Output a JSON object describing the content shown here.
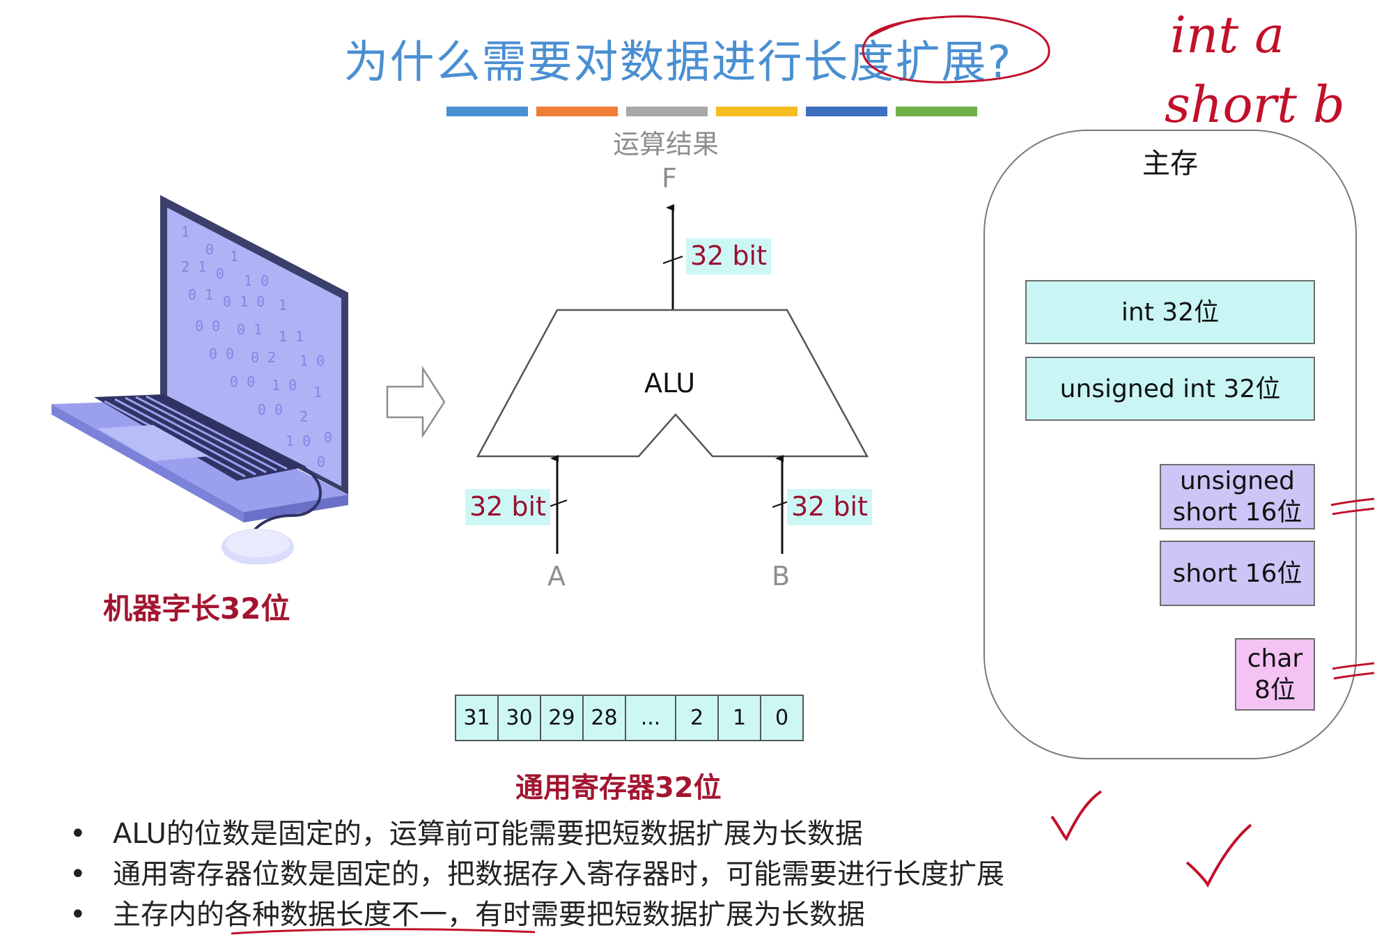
{
  "title": "为什么需要对数据进行长度扩展?",
  "color_bar": [
    "#4a8fd2",
    "#ee7d35",
    "#a8a8a8",
    "#f5be20",
    "#3d6fc0",
    "#6fb046"
  ],
  "laptop_label": "机器字长32位",
  "alu": {
    "label": "ALU",
    "result_label": "运算结果",
    "output_name": "F",
    "output_bits": "32 bit",
    "input_a_bits": "32 bit",
    "input_b_bits": "32 bit",
    "input_a_name": "A",
    "input_b_name": "B"
  },
  "register": {
    "cells": [
      "31",
      "30",
      "29",
      "28",
      "...",
      "2",
      "1",
      "0"
    ],
    "label": "通用寄存器32位"
  },
  "memory": {
    "title": "主存",
    "items": [
      {
        "line1": "int 32位",
        "line2": ""
      },
      {
        "line1": "unsigned int 32位",
        "line2": ""
      },
      {
        "line1": "unsigned",
        "line2": "short 16位"
      },
      {
        "line1": "short 16位",
        "line2": ""
      },
      {
        "line1": "char",
        "line2": "8位"
      }
    ]
  },
  "bullets": [
    "ALU的位数是固定的，运算前可能需要把短数据扩展为长数据",
    "通用寄存器位数是固定的，把数据存入寄存器时，可能需要进行长度扩展",
    "主存内的各种数据长度不一，有时需要把短数据扩展为长数据"
  ],
  "annotations": {
    "handwritten_line1": "int a",
    "handwritten_line2": "short b"
  }
}
